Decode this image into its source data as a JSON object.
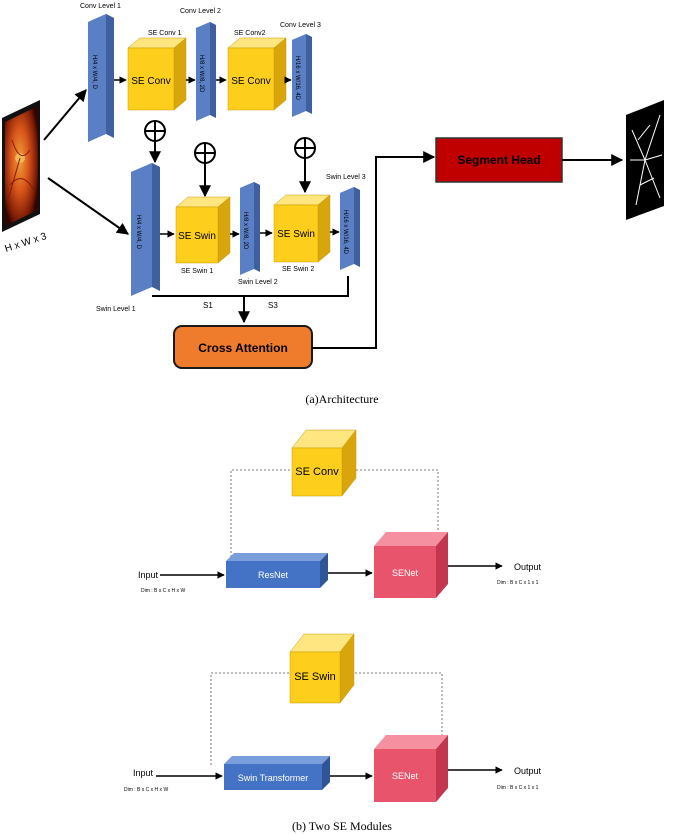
{
  "colors": {
    "conv_bar": "#5b7fc4",
    "conv_bar_dark": "#3f5f9e",
    "cube_front": "#fdcf1c",
    "cube_top": "#ffe680",
    "cube_side": "#d8a60c",
    "segment_head": "#c00000",
    "cross_attention": "#ef7b2c",
    "senet_front": "#e8546c",
    "senet_top": "#f590a0",
    "senet_side": "#c43550",
    "resnet_front": "#4472c4",
    "resnet_top": "#7a9edc",
    "resnet_side": "#2f5597"
  },
  "architecture": {
    "input_label": "H x W x 3",
    "conv_levels": [
      {
        "title": "Conv Level 1",
        "dim": "H/4 x W/4, D"
      },
      {
        "title": "Conv Level 2",
        "dim": "H/8 x W/8, 2D"
      },
      {
        "title": "Conv Level 3",
        "dim": "H/16 x W/16, 4D"
      }
    ],
    "se_conv": [
      {
        "title": "SE Conv 1",
        "label": "SE Conv"
      },
      {
        "title": "SE Conv2",
        "label": "SE Conv"
      }
    ],
    "swin_levels": [
      {
        "title": "Swin Level 1",
        "dim": "H/4 x W/4, D"
      },
      {
        "title": "Swin Level 2",
        "dim": "H/8 x W/8, 2D"
      },
      {
        "title": "Swin Level 3",
        "dim": "H/16 x W/16, 4D"
      }
    ],
    "se_swin": [
      {
        "title": "SE Swin 1",
        "label": "SE Swin"
      },
      {
        "title": "SE Swin 2",
        "label": "SE Swin"
      }
    ],
    "s_labels": [
      "S1",
      "S3"
    ],
    "segment_head": "Segment Head",
    "cross_attention": "Cross Attention",
    "caption": "(a)Architecture"
  },
  "modules": {
    "se_conv_module": {
      "top_label": "SE Conv",
      "input": "Input",
      "input_dim": "Dim : B x C x H x W",
      "block": "ResNet",
      "senet": "SENet",
      "output": "Output",
      "output_dim": "Dim : B x C x 1 x 1"
    },
    "se_swin_module": {
      "top_label": "SE Swin",
      "input": "Input",
      "input_dim": "Dim : B x C x H x W",
      "block": "Swin Transformer",
      "senet": "SENet",
      "output": "Output",
      "output_dim": "Dim : B x C x 1 x 1"
    },
    "caption": "(b) Two SE Modules"
  }
}
